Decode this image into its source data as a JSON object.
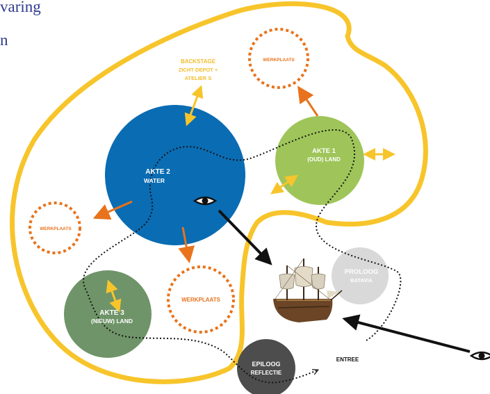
{
  "heading": {
    "line1": "varing",
    "line2": "n"
  },
  "circles": {
    "akte2": {
      "title": "AKTE 2",
      "subtitle": "WATER",
      "color": "#0a6cb3"
    },
    "akte1": {
      "title": "AKTE 1",
      "subtitle": "(OUD) LAND",
      "color": "#9fc55a"
    },
    "akte3": {
      "title": "AKTE 3",
      "subtitle": "(NIEUW) LAND",
      "color": "#6f9469"
    },
    "proloog": {
      "title": "PROLOOG",
      "subtitle": "BATAVIA",
      "color": "#d9d9d9"
    },
    "epiloog": {
      "title": "EPILOOG",
      "subtitle": "REFLECTIE",
      "color": "#4d4d4d"
    }
  },
  "workshops": {
    "top": "WERKPLAATS",
    "left": "WERKPLAATS",
    "bottom": "WERKPLAATS"
  },
  "backstage": {
    "line1": "BACKSTAGE",
    "line2": "ZICHT DEPOT +",
    "line3": "ATELIER S"
  },
  "entree": "ENTREE",
  "colors": {
    "outline": "#f7c52b",
    "orange": "#e8731c",
    "yellow_arrow": "#f7c52b",
    "backstage_text": "#f2bd2c",
    "path": "#111111"
  }
}
